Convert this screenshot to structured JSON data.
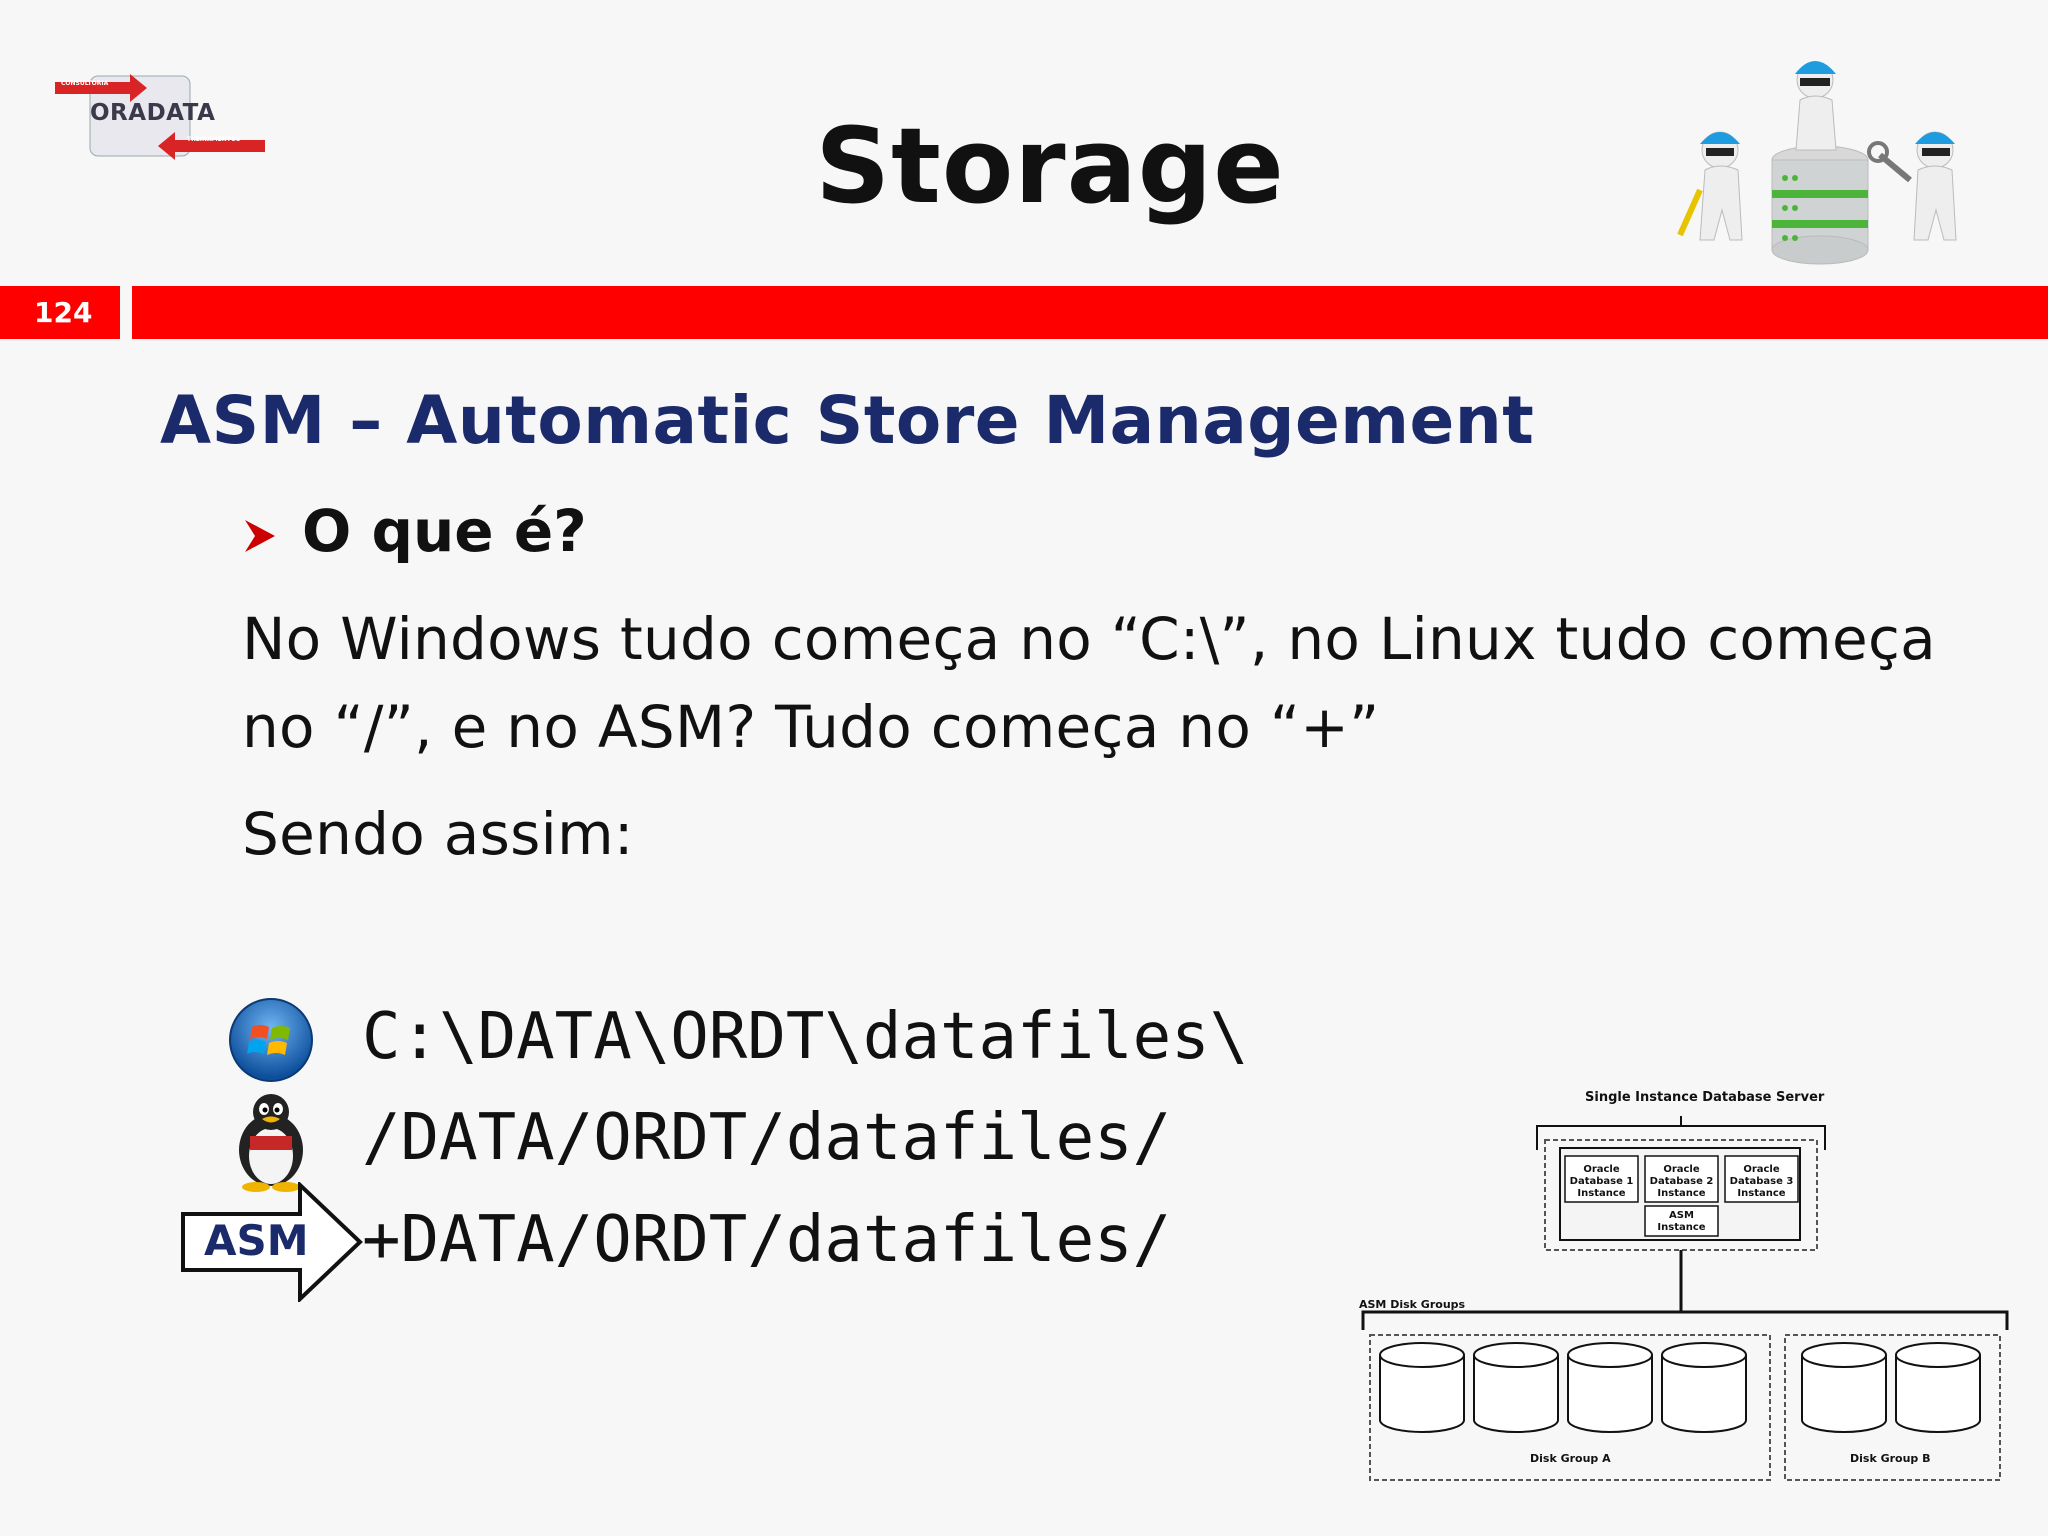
{
  "logo": {
    "name": "ORADATA",
    "tag_top": "CONSULTORIA",
    "tag_bottom": "TREINAMENTOS"
  },
  "slide": {
    "title": "Storage",
    "page_number": "124"
  },
  "content": {
    "heading": "ASM – Automatic Store Management",
    "bullet": "O que é?",
    "paragraph_line1": "No Windows tudo começa no “C:\\”, no Linux tudo começa",
    "paragraph_line2": "no “/”, e no ASM? Tudo começa no “+”",
    "paragraph_line3": "Sendo assim:"
  },
  "paths": {
    "windows": "C:\\DATA\\ORDT\\datafiles\\",
    "linux": "/DATA/ORDT/datafiles/",
    "asm": "+DATA/ORDT/datafiles/",
    "asm_label": "ASM"
  },
  "diagram": {
    "server_title": "Single Instance Database Server",
    "instances": [
      "Oracle Database 1 Instance",
      "Oracle Database 2 Instance",
      "Oracle Database 3 Instance"
    ],
    "asm_instance": "ASM Instance",
    "disk_groups_label": "ASM Disk Groups",
    "disk_group_a": "Disk Group A",
    "disk_group_b": "Disk Group B"
  },
  "colors": {
    "accent_red": "#ff0000",
    "heading_blue": "#1b2a6b"
  }
}
